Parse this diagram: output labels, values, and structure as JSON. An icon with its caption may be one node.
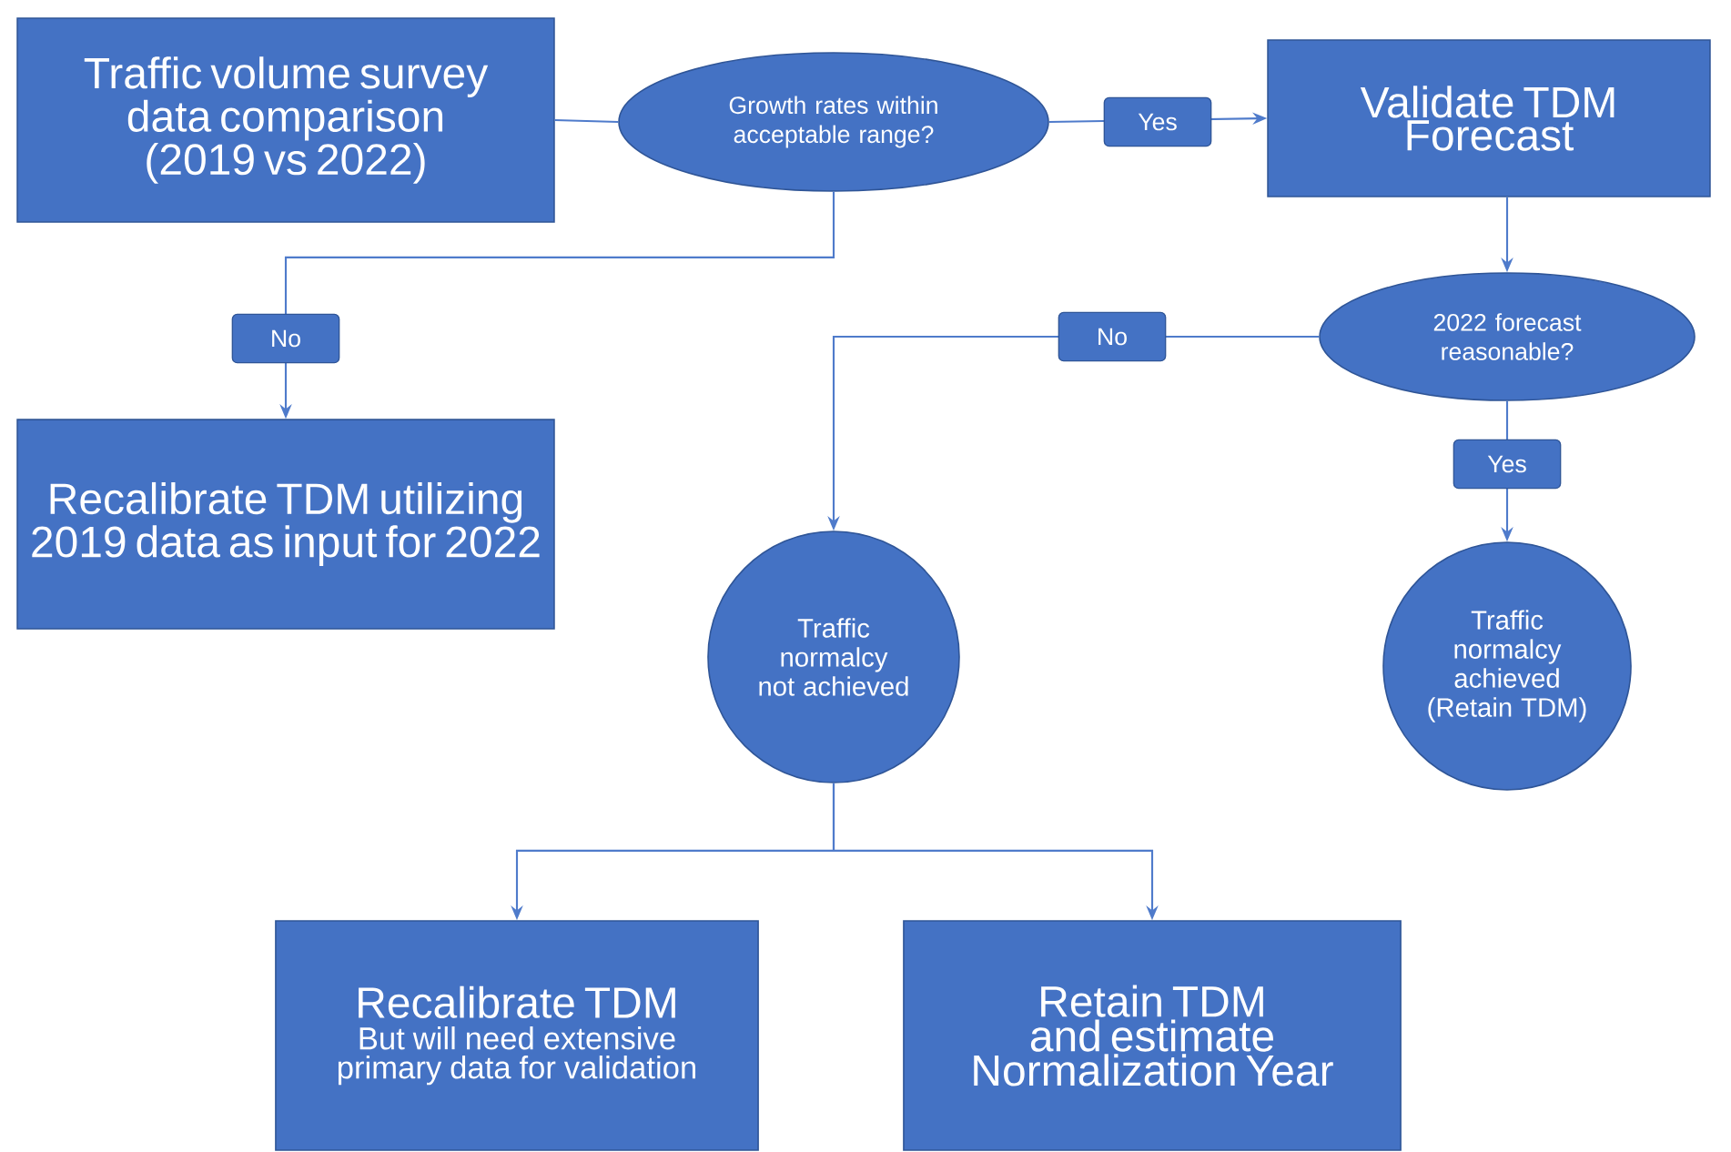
{
  "diagram": {
    "nodes": [
      {
        "text": [
          "Traffic volume survey data comparison (2019 vs 2022)"
        ]
      },
      {
        "text": [
          "Growth rates within acceptable range?"
        ]
      },
      {
        "text": [
          "Validate TDM Forecast"
        ]
      },
      {
        "text": [
          "Recalibrate TDM utilizing 2019 data as input for 2022"
        ]
      },
      {
        "text": [
          "2022 forecast reasonable?"
        ]
      },
      {
        "text": [
          "Traffic normalcy not achieved"
        ]
      },
      {
        "text": [
          "Traffic normalcy achieved (Retain TDM)"
        ]
      },
      {
        "text": [
          "Recalibrate TDM",
          "But will need extensive primary data for validation"
        ]
      },
      {
        "text": [
          "Retain TDM and estimate Normalization Year"
        ]
      }
    ],
    "edges": [
      {
        "from": 0,
        "to": 1,
        "arrow": "none"
      },
      {
        "from": 1,
        "to": 2,
        "arrow": "to",
        "label": "Yes"
      },
      {
        "from": 1,
        "to": 3,
        "arrow": "to",
        "label": "No"
      },
      {
        "from": 2,
        "to": 4,
        "arrow": "to"
      },
      {
        "from": 4,
        "to": 5,
        "arrow": "to",
        "label": "No"
      },
      {
        "from": 4,
        "to": 6,
        "arrow": "to",
        "label": "Yes"
      },
      {
        "from": 5,
        "to": 7,
        "arrow": "to"
      },
      {
        "from": 5,
        "to": 8,
        "arrow": "to"
      }
    ]
  }
}
